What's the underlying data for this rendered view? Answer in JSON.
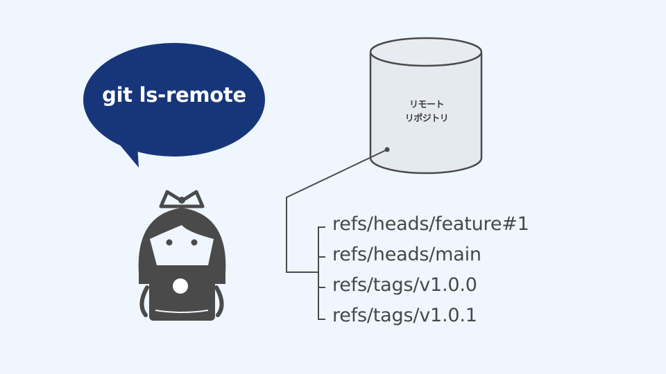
{
  "speech_bubble": {
    "text": "git ls-remote",
    "color": "#17367a"
  },
  "remote_repository": {
    "label_line1": "リモート",
    "label_line2": "リポジトリ"
  },
  "refs": [
    {
      "name": "refs/heads/feature#1"
    },
    {
      "name": "refs/heads/main"
    },
    {
      "name": "refs/tags/v1.0.0"
    },
    {
      "name": "refs/tags/v1.0.1"
    }
  ],
  "character": {
    "icon": "girl-character-icon",
    "color": "#4a4a4a"
  },
  "colors": {
    "background": "#eff6fd",
    "line": "#4a4a4a",
    "cylinder_fill": "#e5e9f0"
  }
}
